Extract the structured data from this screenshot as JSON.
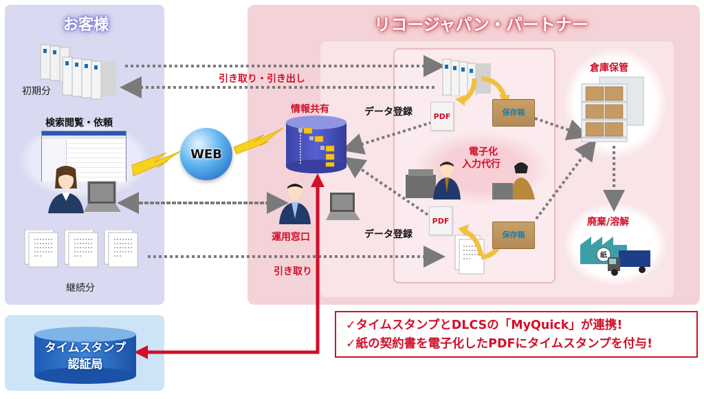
{
  "customer": {
    "title": "お客様",
    "initial_label": "初期分",
    "search_label": "検索閲覧・依頼",
    "continuing_label": "継続分"
  },
  "partner": {
    "title": "リコージャパン・パートナー",
    "info_share_label": "情報共有",
    "ops_window_label": "運用窓口",
    "pickup_label": "引き取り",
    "pickup_retrieve_label": "引き取り・引き出し",
    "data_register_top": "データ登録",
    "data_register_bottom": "データ登録",
    "digitize_label_line1": "電子化",
    "digitize_label_line2": "入力代行",
    "warehouse_label": "倉庫保管",
    "disposal_label": "廃棄/溶解",
    "box_label": "保存箱",
    "pdf_label": "PDF",
    "paper_label": "紙"
  },
  "web": {
    "label": "WEB"
  },
  "tsa": {
    "line1": "タイムスタンプ",
    "line2": "認証局"
  },
  "callout": {
    "line1": "✓タイムスタンプとDLCSの「MyQuick」が連携!",
    "line2": "✓紙の契約書を電子化したPDFにタイムスタンプを付与!"
  },
  "colors": {
    "accent_red": "#d0102a",
    "customer_bg": "#d9d9f1",
    "partner_bg": "#f3d3d7",
    "tsa_bg": "#cde3f6",
    "arrow_gray": "#7a7a7a"
  }
}
